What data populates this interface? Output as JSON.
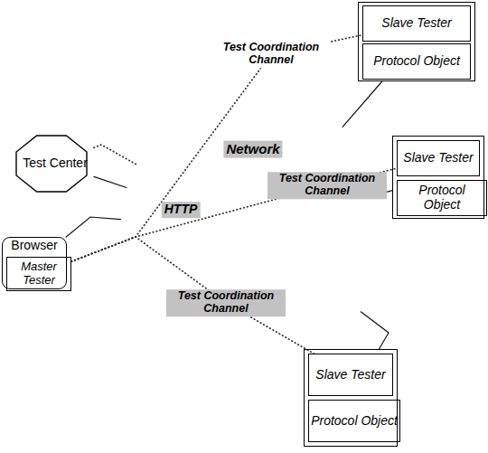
{
  "diagram": {
    "nodes": [
      {
        "text": [
          "Test Center"
        ]
      },
      {
        "text": [
          "Network",
          "HTTP"
        ]
      },
      {
        "text": [
          "Browser"
        ]
      },
      {
        "text": [
          "Master Tester"
        ],
        "in": 2
      },
      {
        "text": []
      },
      {
        "text": [
          "Slave Tester"
        ],
        "in": 4
      },
      {
        "text": [
          "Protocol Object"
        ],
        "in": 4
      },
      {
        "text": []
      },
      {
        "text": [
          "Slave Tester"
        ],
        "in": 7
      },
      {
        "text": [
          "Protocol Object"
        ],
        "in": 7
      },
      {
        "text": []
      },
      {
        "text": [
          "Slave Tester"
        ],
        "in": 10
      },
      {
        "text": [
          "Protocol Object"
        ],
        "in": 10
      }
    ],
    "edges": [
      {
        "from": 0,
        "to": 1,
        "arrow": "none"
      },
      {
        "from": 0,
        "to": 1,
        "arrow": "none"
      },
      {
        "from": 2,
        "to": 1,
        "arrow": "none"
      },
      {
        "from": 1,
        "to": 4,
        "arrow": "none"
      },
      {
        "from": 1,
        "to": 7,
        "arrow": "none"
      },
      {
        "from": 1,
        "to": 10,
        "arrow": "none"
      },
      {
        "from": 3,
        "to": 5,
        "label": "Test Coordination Channel",
        "arrow": "none"
      },
      {
        "from": 3,
        "to": 8,
        "label": "Test Coordination Channel",
        "arrow": "none"
      },
      {
        "from": 3,
        "to": 11,
        "label": "Test Coordination Channel",
        "arrow": "none"
      }
    ]
  }
}
